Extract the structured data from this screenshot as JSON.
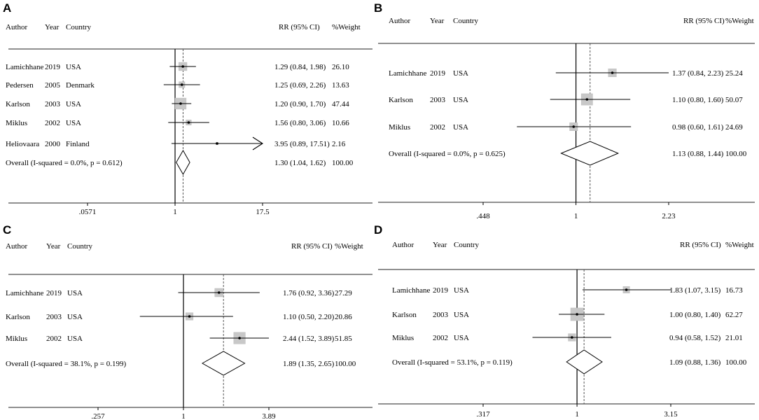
{
  "chart_data": [
    {
      "type": "forest",
      "panel": "A",
      "columns": [
        "Author",
        "Year",
        "Country",
        "RR (95% CI)",
        "%Weight"
      ],
      "studies": [
        {
          "author": "Lamichhane",
          "year": "2019",
          "country": "USA",
          "rr": 1.29,
          "lo": 0.84,
          "hi": 1.98,
          "ci_text": "1.29 (0.84, 1.98)",
          "weight": 26.1,
          "weight_text": "26.10"
        },
        {
          "author": "Pedersen",
          "year": "2005",
          "country": "Denmark",
          "rr": 1.25,
          "lo": 0.69,
          "hi": 2.26,
          "ci_text": "1.25 (0.69, 2.26)",
          "weight": 13.63,
          "weight_text": "13.63"
        },
        {
          "author": "Karlson",
          "year": "2003",
          "country": "USA",
          "rr": 1.2,
          "lo": 0.9,
          "hi": 1.7,
          "ci_text": "1.20 (0.90, 1.70)",
          "weight": 47.44,
          "weight_text": "47.44"
        },
        {
          "author": "Miklus",
          "year": "2002",
          "country": "USA",
          "rr": 1.56,
          "lo": 0.8,
          "hi": 3.06,
          "ci_text": "1.56 (0.80, 3.06)",
          "weight": 10.66,
          "weight_text": "10.66"
        },
        {
          "author": "Heliovaara",
          "year": "2000",
          "country": "Finland",
          "rr": 3.95,
          "lo": 0.89,
          "hi": 17.51,
          "ci_text": "3.95 (0.89, 17.51)",
          "weight": 2.16,
          "weight_text": "2.16"
        }
      ],
      "overall": {
        "label": "Overall (I-squared = 0.0%, p = 0.612)",
        "rr": 1.3,
        "lo": 1.04,
        "hi": 1.62,
        "ci_text": "1.30 (1.04, 1.62)",
        "weight_text": "100.00"
      },
      "x_scale": "log",
      "xlim": [
        0.0571,
        17.5
      ],
      "xticks": [
        0.0571,
        1,
        17.5
      ],
      "xtick_labels": [
        ".0571",
        "1",
        "17.5"
      ]
    },
    {
      "type": "forest",
      "panel": "B",
      "columns": [
        "Author",
        "Year",
        "Country",
        "RR (95% CI)",
        "%Weight"
      ],
      "studies": [
        {
          "author": "Lamichhane",
          "year": "2019",
          "country": "USA",
          "rr": 1.37,
          "lo": 0.84,
          "hi": 2.23,
          "ci_text": "1.37 (0.84, 2.23)",
          "weight": 25.24,
          "weight_text": "25.24"
        },
        {
          "author": "Karlson",
          "year": "2003",
          "country": "USA",
          "rr": 1.1,
          "lo": 0.8,
          "hi": 1.6,
          "ci_text": "1.10 (0.80, 1.60)",
          "weight": 50.07,
          "weight_text": "50.07"
        },
        {
          "author": "Miklus",
          "year": "2002",
          "country": "USA",
          "rr": 0.98,
          "lo": 0.6,
          "hi": 1.61,
          "ci_text": "0.98 (0.60, 1.61)",
          "weight": 24.69,
          "weight_text": "24.69"
        }
      ],
      "overall": {
        "label": "Overall (I-squared = 0.0%, p = 0.625)",
        "rr": 1.13,
        "lo": 0.88,
        "hi": 1.44,
        "ci_text": "1.13 (0.88, 1.44)",
        "weight_text": "100.00"
      },
      "x_scale": "log",
      "xlim": [
        0.448,
        2.23
      ],
      "xticks": [
        0.448,
        1,
        2.23
      ],
      "xtick_labels": [
        ".448",
        "1",
        "2.23"
      ]
    },
    {
      "type": "forest",
      "panel": "C",
      "columns": [
        "Author",
        "Year",
        "Country",
        "RR (95% CI)",
        "%Weight"
      ],
      "studies": [
        {
          "author": "Lamichhane",
          "year": "2019",
          "country": "USA",
          "rr": 1.76,
          "lo": 0.92,
          "hi": 3.36,
          "ci_text": "1.76 (0.92, 3.36)",
          "weight": 27.29,
          "weight_text": "27.29"
        },
        {
          "author": "Karlson",
          "year": "2003",
          "country": "USA",
          "rr": 1.1,
          "lo": 0.5,
          "hi": 2.2,
          "ci_text": "1.10 (0.50, 2.20)",
          "weight": 20.86,
          "weight_text": "20.86"
        },
        {
          "author": "Miklus",
          "year": "2002",
          "country": "USA",
          "rr": 2.44,
          "lo": 1.52,
          "hi": 3.89,
          "ci_text": "2.44 (1.52, 3.89)",
          "weight": 51.85,
          "weight_text": "51.85"
        }
      ],
      "overall": {
        "label": "Overall (I-squared = 38.1%, p = 0.199)",
        "rr": 1.89,
        "lo": 1.35,
        "hi": 2.65,
        "ci_text": "1.89 (1.35, 2.65)",
        "weight_text": "100.00"
      },
      "x_scale": "log",
      "xlim": [
        0.257,
        3.89
      ],
      "xticks": [
        0.257,
        1,
        3.89
      ],
      "xtick_labels": [
        ".257",
        "1",
        "3.89"
      ]
    },
    {
      "type": "forest",
      "panel": "D",
      "columns": [
        "Author",
        "Year",
        "Country",
        "RR (95% CI)",
        "%Weight"
      ],
      "studies": [
        {
          "author": "Lamichhane",
          "year": "2019",
          "country": "USA",
          "rr": 1.83,
          "lo": 1.07,
          "hi": 3.15,
          "ci_text": "1.83 (1.07, 3.15)",
          "weight": 16.73,
          "weight_text": "16.73"
        },
        {
          "author": "Karlson",
          "year": "2003",
          "country": "USA",
          "rr": 1.0,
          "lo": 0.8,
          "hi": 1.4,
          "ci_text": "1.00 (0.80, 1.40)",
          "weight": 62.27,
          "weight_text": "62.27"
        },
        {
          "author": "Miklus",
          "year": "2002",
          "country": "USA",
          "rr": 0.94,
          "lo": 0.58,
          "hi": 1.52,
          "ci_text": "0.94 (0.58, 1.52)",
          "weight": 21.01,
          "weight_text": "21.01"
        }
      ],
      "overall": {
        "label": "Overall (I-squared = 53.1%, p = 0.119)",
        "rr": 1.09,
        "lo": 0.88,
        "hi": 1.36,
        "ci_text": "1.09 (0.88, 1.36)",
        "weight_text": "100.00"
      },
      "x_scale": "log",
      "xlim": [
        0.317,
        3.15
      ],
      "xticks": [
        0.317,
        1,
        3.15
      ],
      "xtick_labels": [
        ".317",
        "1",
        "3.15"
      ]
    }
  ]
}
